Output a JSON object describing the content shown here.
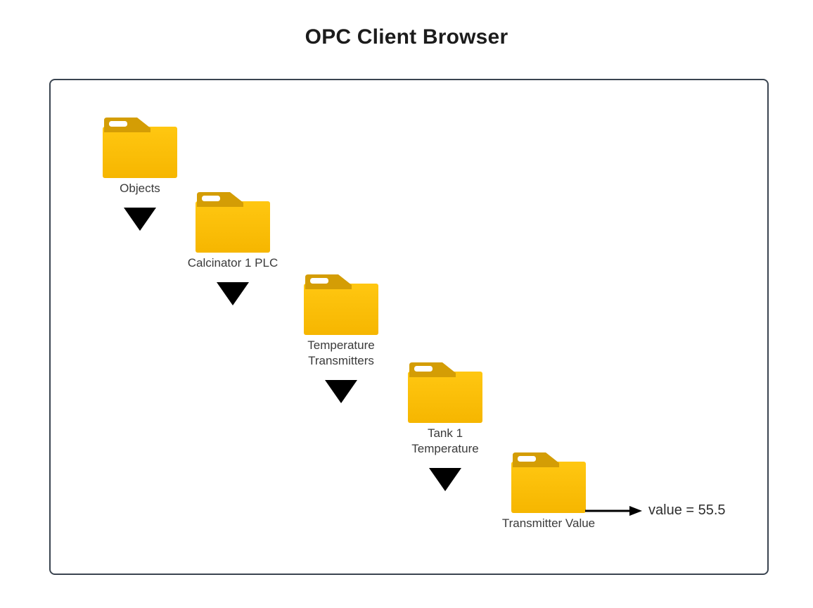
{
  "title": "OPC Client Browser",
  "icons": {
    "folder": "folder-icon",
    "expand": "triangle-down-icon",
    "arrow": "arrow-right-icon"
  },
  "colors": {
    "box_border": "#3a4450",
    "folder_tab": "#d49d05",
    "folder_body_top": "#ffc711",
    "folder_body_bottom": "#f6b600",
    "triangle": "#000000",
    "label_text": "#3a3a3a"
  },
  "tree": {
    "nodes": [
      {
        "label": "Objects",
        "lines": [
          "Objects"
        ]
      },
      {
        "label": "Calcinator 1 PLC",
        "lines": [
          "Calcinator 1 PLC"
        ]
      },
      {
        "label": "Temperature Transmitters",
        "lines": [
          "Temperature",
          "Transmitters"
        ]
      },
      {
        "label": "Tank 1 Temperature",
        "lines": [
          "Tank 1",
          "Temperature"
        ]
      },
      {
        "label": "Transmitter Value",
        "lines": [
          "Transmitter Value"
        ]
      }
    ],
    "value_text": "value = 55.5"
  }
}
